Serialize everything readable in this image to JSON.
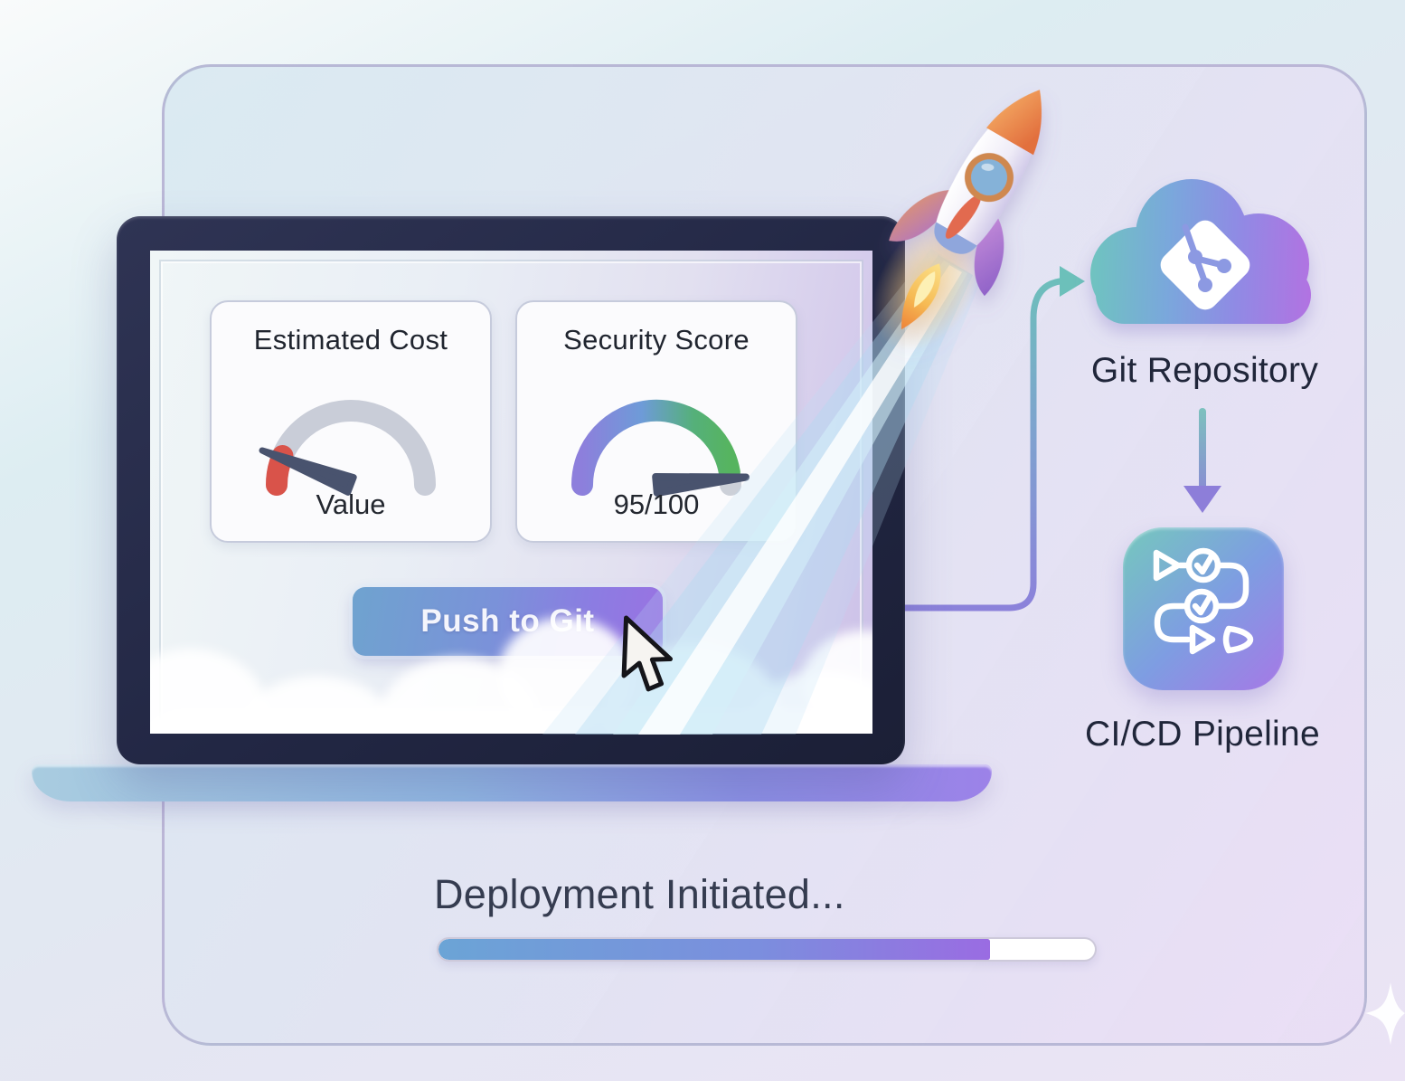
{
  "dashboard": {
    "cards": [
      {
        "title": "Estimated Cost",
        "value_label": "Value",
        "gauge": {
          "type": "gauge",
          "track_color": "#c9cdd8",
          "active_color": "#d9534a",
          "needle_position": "low-left"
        }
      },
      {
        "title": "Security Score",
        "value_label": "95/100",
        "score": 95,
        "max": 100,
        "gauge": {
          "type": "gauge",
          "arc_gradient": [
            "#8d7fdc",
            "#6e9bd8",
            "#56b45f"
          ],
          "remainder_color": "#ccd0d8",
          "needle_position": "high-right"
        }
      }
    ],
    "push_button": {
      "label": "Push to Git"
    }
  },
  "flow": {
    "git_node": {
      "label": "Git Repository",
      "icon": "git-cloud-icon"
    },
    "cicd_node": {
      "label": "CI/CD Pipeline",
      "icon": "pipeline-icon"
    },
    "connectors": [
      "laptop-to-git-repository",
      "git-repository-to-cicd-pipeline"
    ]
  },
  "status": {
    "message": "Deployment Initiated...",
    "progress_percent": 84
  },
  "decorations": [
    "rocket-illustration",
    "rocket-exhaust-beam",
    "smoke-clouds",
    "mouse-cursor",
    "sparkle"
  ],
  "colors": {
    "accent_blue": "#6fa3cf",
    "accent_purple": "#9a6fe0",
    "accent_teal": "#6ec1bf",
    "gauge_red": "#d9534a",
    "gauge_green": "#56b45f",
    "bezel_navy": "#232741",
    "panel_border": "#9694be"
  }
}
